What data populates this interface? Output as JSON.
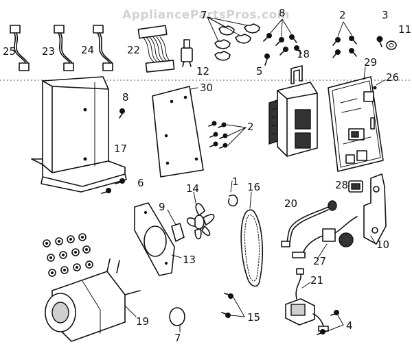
{
  "watermark": "AppliancePartsPros.com",
  "callouts": {
    "c1": "1",
    "c2a": "2",
    "c2b": "2",
    "c3": "3",
    "c4": "4",
    "c5": "5",
    "c6": "6",
    "c7": "7",
    "c7b": "7",
    "c8a": "8",
    "c8b": "8",
    "c9": "9",
    "c10": "10",
    "c11": "11",
    "c12": "12",
    "c13": "13",
    "c14": "14",
    "c15": "15",
    "c16": "16",
    "c17": "17",
    "c18": "18",
    "c19": "19",
    "c20": "20",
    "c21": "21",
    "c22": "22",
    "c23": "23",
    "c24": "24",
    "c25": "25",
    "c26": "26",
    "c27": "27",
    "c28": "28",
    "c29": "29",
    "c30": "30"
  }
}
